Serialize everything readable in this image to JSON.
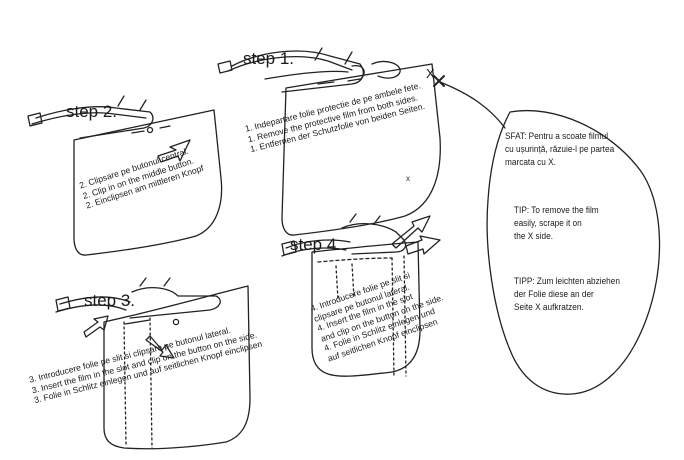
{
  "steps": {
    "s1": {
      "label": "step 1.",
      "lines": [
        "1. Indepartare folie protectie de pe ambele fete.",
        "1. Remove the protective film from both sides.",
        "1. Entfernen der Schutzfolie von beiden Seiten."
      ]
    },
    "s2": {
      "label": "step 2.",
      "lines": [
        "2. Clipsare pe butonul central.",
        "2. Clip in on the middle button.",
        "2. Einclipsen am mittleren Knopf"
      ]
    },
    "s3": {
      "label": "step 3.",
      "lines": [
        "3. Introducere folie pe slit si clipsare pe butonul lateral.",
        "3. Insert the film in the slot and clip on the button on the side.",
        "3. Folie in Schlitz einlegen und auf seitlichen Knopf einclipsen"
      ]
    },
    "s4": {
      "label": "step 4.",
      "lines": [
        "4. Introducere folie pe slit si",
        "clipsare pe butonul lateral.",
        "4. Insert the film in the slot",
        "and clip on the button on the side.",
        "4. Folie in Schlitz einlegen und",
        "auf seitlichen Knopf einclipsen"
      ]
    }
  },
  "mark": "X",
  "tip": {
    "ro": [
      "SFAT: Pentru a scoate filmul",
      "cu ușurință, răzuie-l pe partea",
      "marcata cu X."
    ],
    "en": [
      "TIP: To remove the film",
      "easily, scrape it on",
      "the X side."
    ],
    "de": [
      "TIPP: Zum leichten abziehen",
      "der Folie diese an der",
      "Seite X aufkratzen."
    ]
  }
}
